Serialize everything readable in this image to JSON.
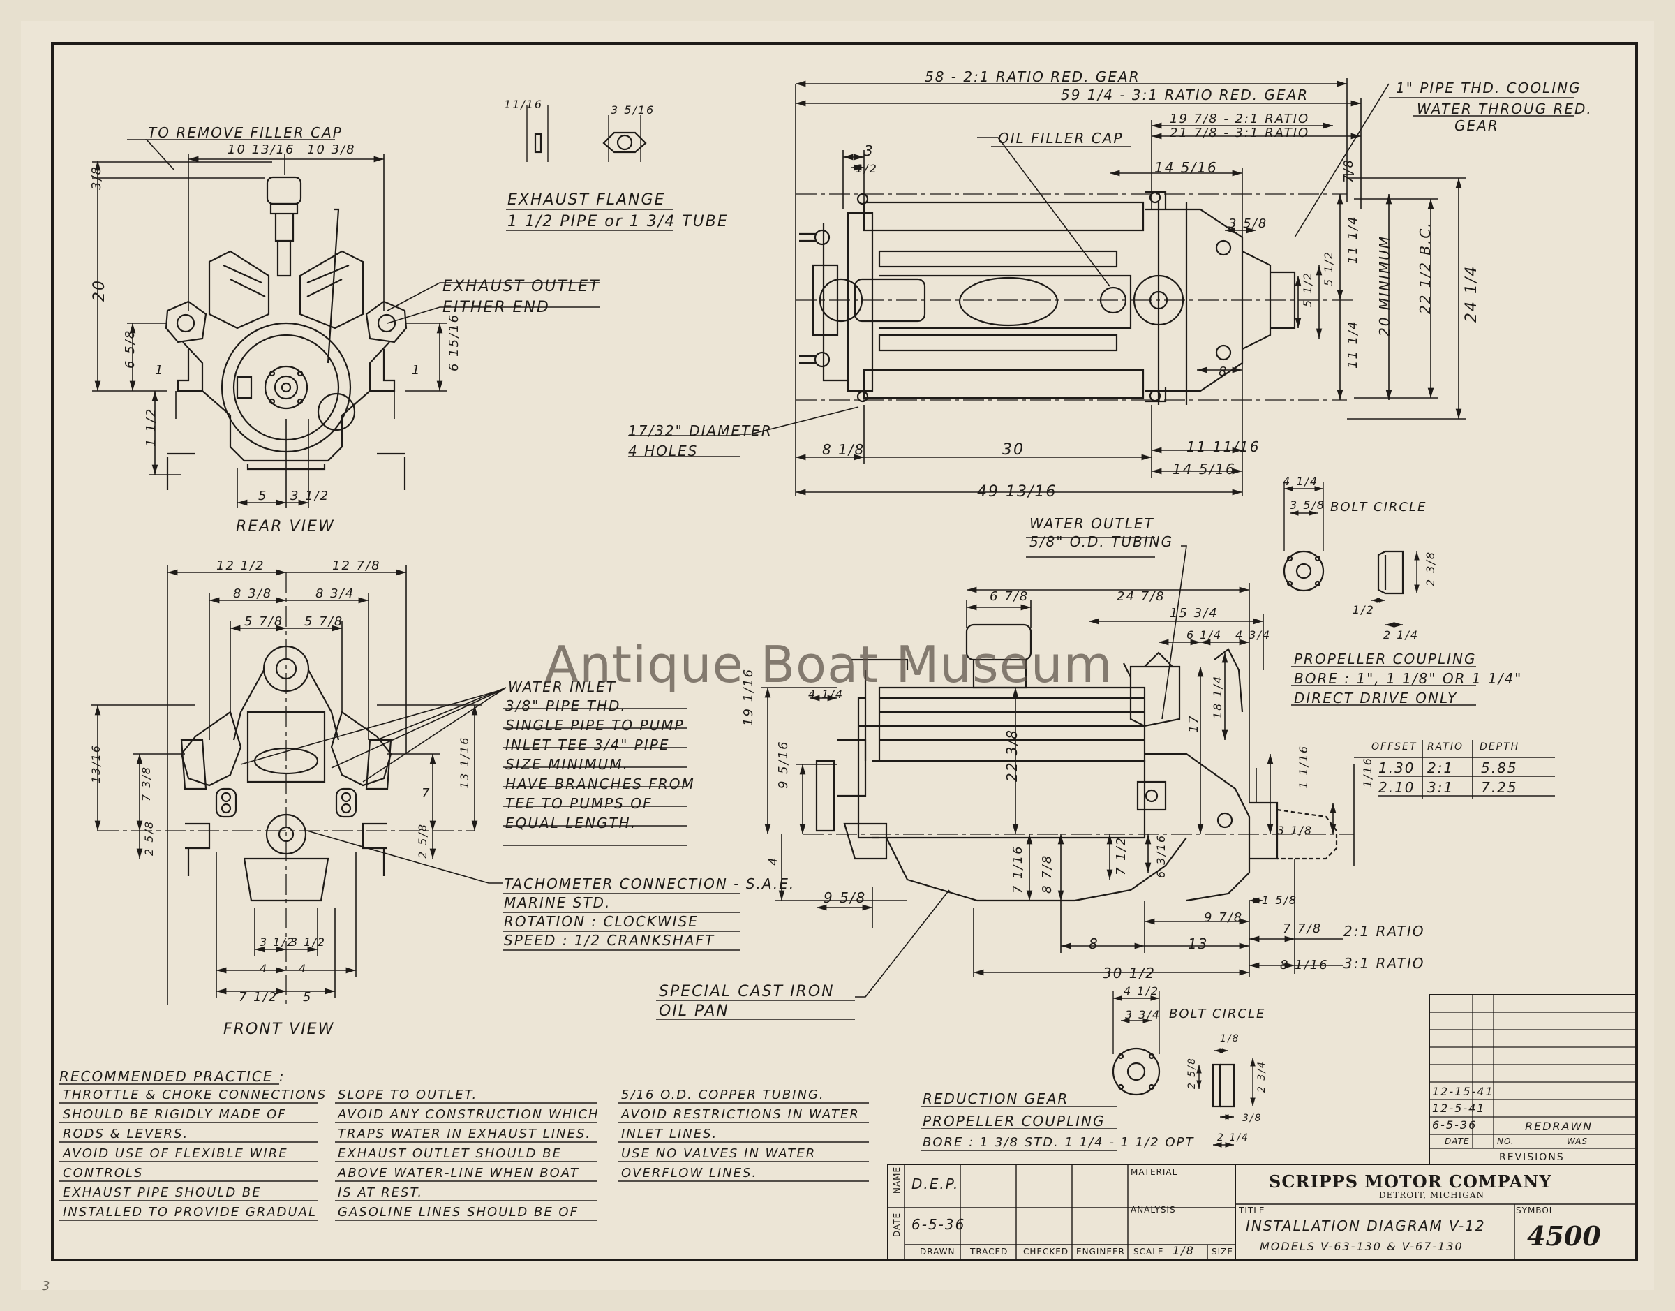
{
  "views": {
    "rear": {
      "label": "REAR VIEW",
      "filler_note": "TO REMOVE FILLER CAP",
      "exhaust_note": [
        "EXHAUST OUTLET",
        "EITHER END"
      ],
      "dims": {
        "top_gap": "3/8",
        "half_left": "10 13/16",
        "half_right": "10 3/8",
        "height": "20",
        "left_low": "6 5/8",
        "right_low": "6 15/16",
        "left_one": "1",
        "right_one": "1",
        "base": "1 1/2",
        "bot_left": "5",
        "bot_right": "3 1/2"
      }
    },
    "exhaust_flange": {
      "lines": [
        "EXHAUST FLANGE",
        "1 1/2 PIPE or 1 3/4 TUBE"
      ],
      "dims": {
        "thickness": "11/16",
        "spacing": "3 5/16"
      }
    },
    "front": {
      "label": "FRONT VIEW",
      "dims": {
        "top_left": "12 1/2",
        "top_right": "12 7/8",
        "mid_left": "8 3/8",
        "mid_right": "8 3/4",
        "in_left": "5 7/8",
        "in_right": "5 7/8",
        "side_left": "13/16",
        "side_right": "13 1/16",
        "left_mid": "7 3/8",
        "right_mid": "7",
        "left_low": "2 5/8",
        "right_low": "2 5/8",
        "bot_a": "3 1/2",
        "bot_b": "3 1/2",
        "bot_c": "4",
        "bot_d": "4",
        "foot_left": "7 1/2",
        "foot_right": "5"
      }
    },
    "plan": {
      "dims": {
        "overall_21": "58 - 2:1 RATIO RED. GEAR",
        "overall_31": "59 1/4 - 3:1 RATIO RED. GEAR",
        "gear_21": "19 7/8 - 2:1 RATIO",
        "gear_31": "21 7/8 - 3:1 RATIO",
        "three": "3",
        "half": "1/2",
        "c1": "14 5/16",
        "c2": "3 5/8",
        "c3": "7/8",
        "c4": "11 1/4",
        "c5": "11 1/4",
        "minimum": "20 MINIMUM",
        "bc": "22 1/2 B.C.",
        "outer": "24 1/4",
        "bolt1": "5 1/2",
        "bolt2": "5 1/2",
        "eight": "8",
        "bottom_30": "30",
        "b_81": "8 1/8",
        "b_11": "11 11/16",
        "b_14": "14 5/16",
        "overall": "49 13/16"
      },
      "oil_filler": "OIL FILLER CAP",
      "cooling_note": [
        "1\" PIPE THD. COOLING",
        "WATER THROUG RED.",
        "GEAR"
      ],
      "holes_note": [
        "17/32\" DIAMETER",
        "4 HOLES"
      ]
    },
    "side": {
      "water_outlet": [
        "WATER OUTLET",
        "5/8\" O.D. TUBING"
      ],
      "oil_pan": [
        "SPECIAL CAST IRON",
        "OIL PAN"
      ],
      "ratios": [
        "2:1 RATIO",
        "3:1 RATIO"
      ],
      "dims": {
        "d1": "6 7/8",
        "d2": "24 7/8",
        "d3": "15 3/4",
        "d4": "6 1/4",
        "d5": "4 3/4",
        "d6": "19 1/16",
        "d7": "4 1/4",
        "d8": "22 3/8",
        "d9": "17",
        "d10": "18 1/4",
        "d11": "1 1/16",
        "d12": "9 5/16",
        "d13": "4",
        "d14": "7 1/16",
        "d15": "8 7/8",
        "d16": "7 1/2",
        "d17": "6 3/16",
        "d18": "3 1/8",
        "d19": "9 5/8",
        "d20": "9 7/8",
        "d21": "1 5/8",
        "d22": "7 7/8",
        "d23": "8 1/16",
        "d24": "8",
        "d25": "13",
        "d26": "30 1/2"
      }
    }
  },
  "water_inlet_note": [
    "WATER INLET",
    "3/8\" PIPE THD.",
    "SINGLE PIPE TO PUMP",
    "INLET TEE 3/4\" PIPE",
    "SIZE MINIMUM.",
    "HAVE BRANCHES FROM",
    "TEE TO PUMPS OF",
    "EQUAL LENGTH."
  ],
  "tach_note": [
    "TACHOMETER CONNECTION - S.A.E.",
    "MARINE STD.",
    "ROTATION : CLOCKWISE",
    "SPEED : 1/2 CRANKSHAFT"
  ],
  "bolt_circle_top": {
    "label": "BOLT CIRCLE",
    "d1": "4 1/4",
    "d2": "3 5/8",
    "d3": "2 3/8",
    "d4": "1/2",
    "d5": "2 1/4"
  },
  "propeller_coupling": [
    "PROPELLER COUPLING",
    "BORE : 1\", 1 1/8\" OR 1 1/4\"",
    "DIRECT DRIVE ONLY"
  ],
  "offset_table": {
    "headers": [
      "OFFSET",
      "RATIO",
      "DEPTH"
    ],
    "rows": [
      [
        "1.30",
        "2:1",
        "5.85"
      ],
      [
        "2.10",
        "3:1",
        "7.25"
      ]
    ],
    "side_dim": "1/16"
  },
  "bolt_circle_bottom": {
    "label": "BOLT CIRCLE",
    "d1": "4 1/2",
    "d2": "3 3/4",
    "d3": "1/8",
    "d4": "2 5/8",
    "d5": "2 3/4",
    "d6": "3/8",
    "d7": "2 1/4"
  },
  "reduction_gear": [
    "REDUCTION GEAR",
    "PROPELLER COUPLING",
    "BORE : 1 3/8 STD. 1 1/4 - 1 1/2 OPT"
  ],
  "recommended": {
    "heading": "RECOMMENDED PRACTICE :",
    "col1": [
      "THROTTLE & CHOKE CONNECTIONS",
      "SHOULD BE RIGIDLY MADE OF",
      "RODS & LEVERS.",
      "AVOID USE OF FLEXIBLE WIRE",
      "CONTROLS",
      "EXHAUST PIPE SHOULD BE",
      "INSTALLED TO PROVIDE GRADUAL"
    ],
    "col2": [
      "SLOPE TO OUTLET.",
      "AVOID ANY CONSTRUCTION WHICH",
      "TRAPS WATER IN EXHAUST LINES.",
      "EXHAUST OUTLET SHOULD BE",
      "ABOVE WATER-LINE WHEN BOAT",
      "IS AT REST.",
      "GASOLINE LINES SHOULD BE OF"
    ],
    "col3": [
      "5/16 O.D. COPPER TUBING.",
      "AVOID RESTRICTIONS IN WATER",
      "INLET LINES.",
      "USE NO VALVES IN WATER",
      "OVERFLOW LINES."
    ]
  },
  "revisions": {
    "rows": [
      [
        "12-15-41",
        ""
      ],
      [
        "12-5-41",
        ""
      ],
      [
        "6-5-36",
        "REDRAWN"
      ]
    ],
    "col_headers": [
      "DATE",
      "NO.",
      "WAS"
    ],
    "label": "REVISIONS"
  },
  "title_block": {
    "name_label": "NAME",
    "name_value": "D.E.P.",
    "date_label": "DATE",
    "date_value": "6-5-36",
    "sign_labels": [
      "DRAWN",
      "TRACED",
      "CHECKED",
      "ENGINEER"
    ],
    "material_label": "MATERIAL",
    "analysis_label": "ANALYSIS",
    "scale_label": "SCALE",
    "scale_value": "1/8",
    "size_label": "SIZE",
    "company": "SCRIPPS MOTOR COMPANY",
    "city": "DETROIT, MICHIGAN",
    "title_label": "TITLE",
    "title_line1": "INSTALLATION DIAGRAM V-12",
    "title_line2": "MODELS V-63-130 & V-67-130",
    "symbol_label": "SYMBOL",
    "symbol_value": "4500"
  },
  "watermark": "Antique Boat Museum",
  "corner_mark": "3"
}
